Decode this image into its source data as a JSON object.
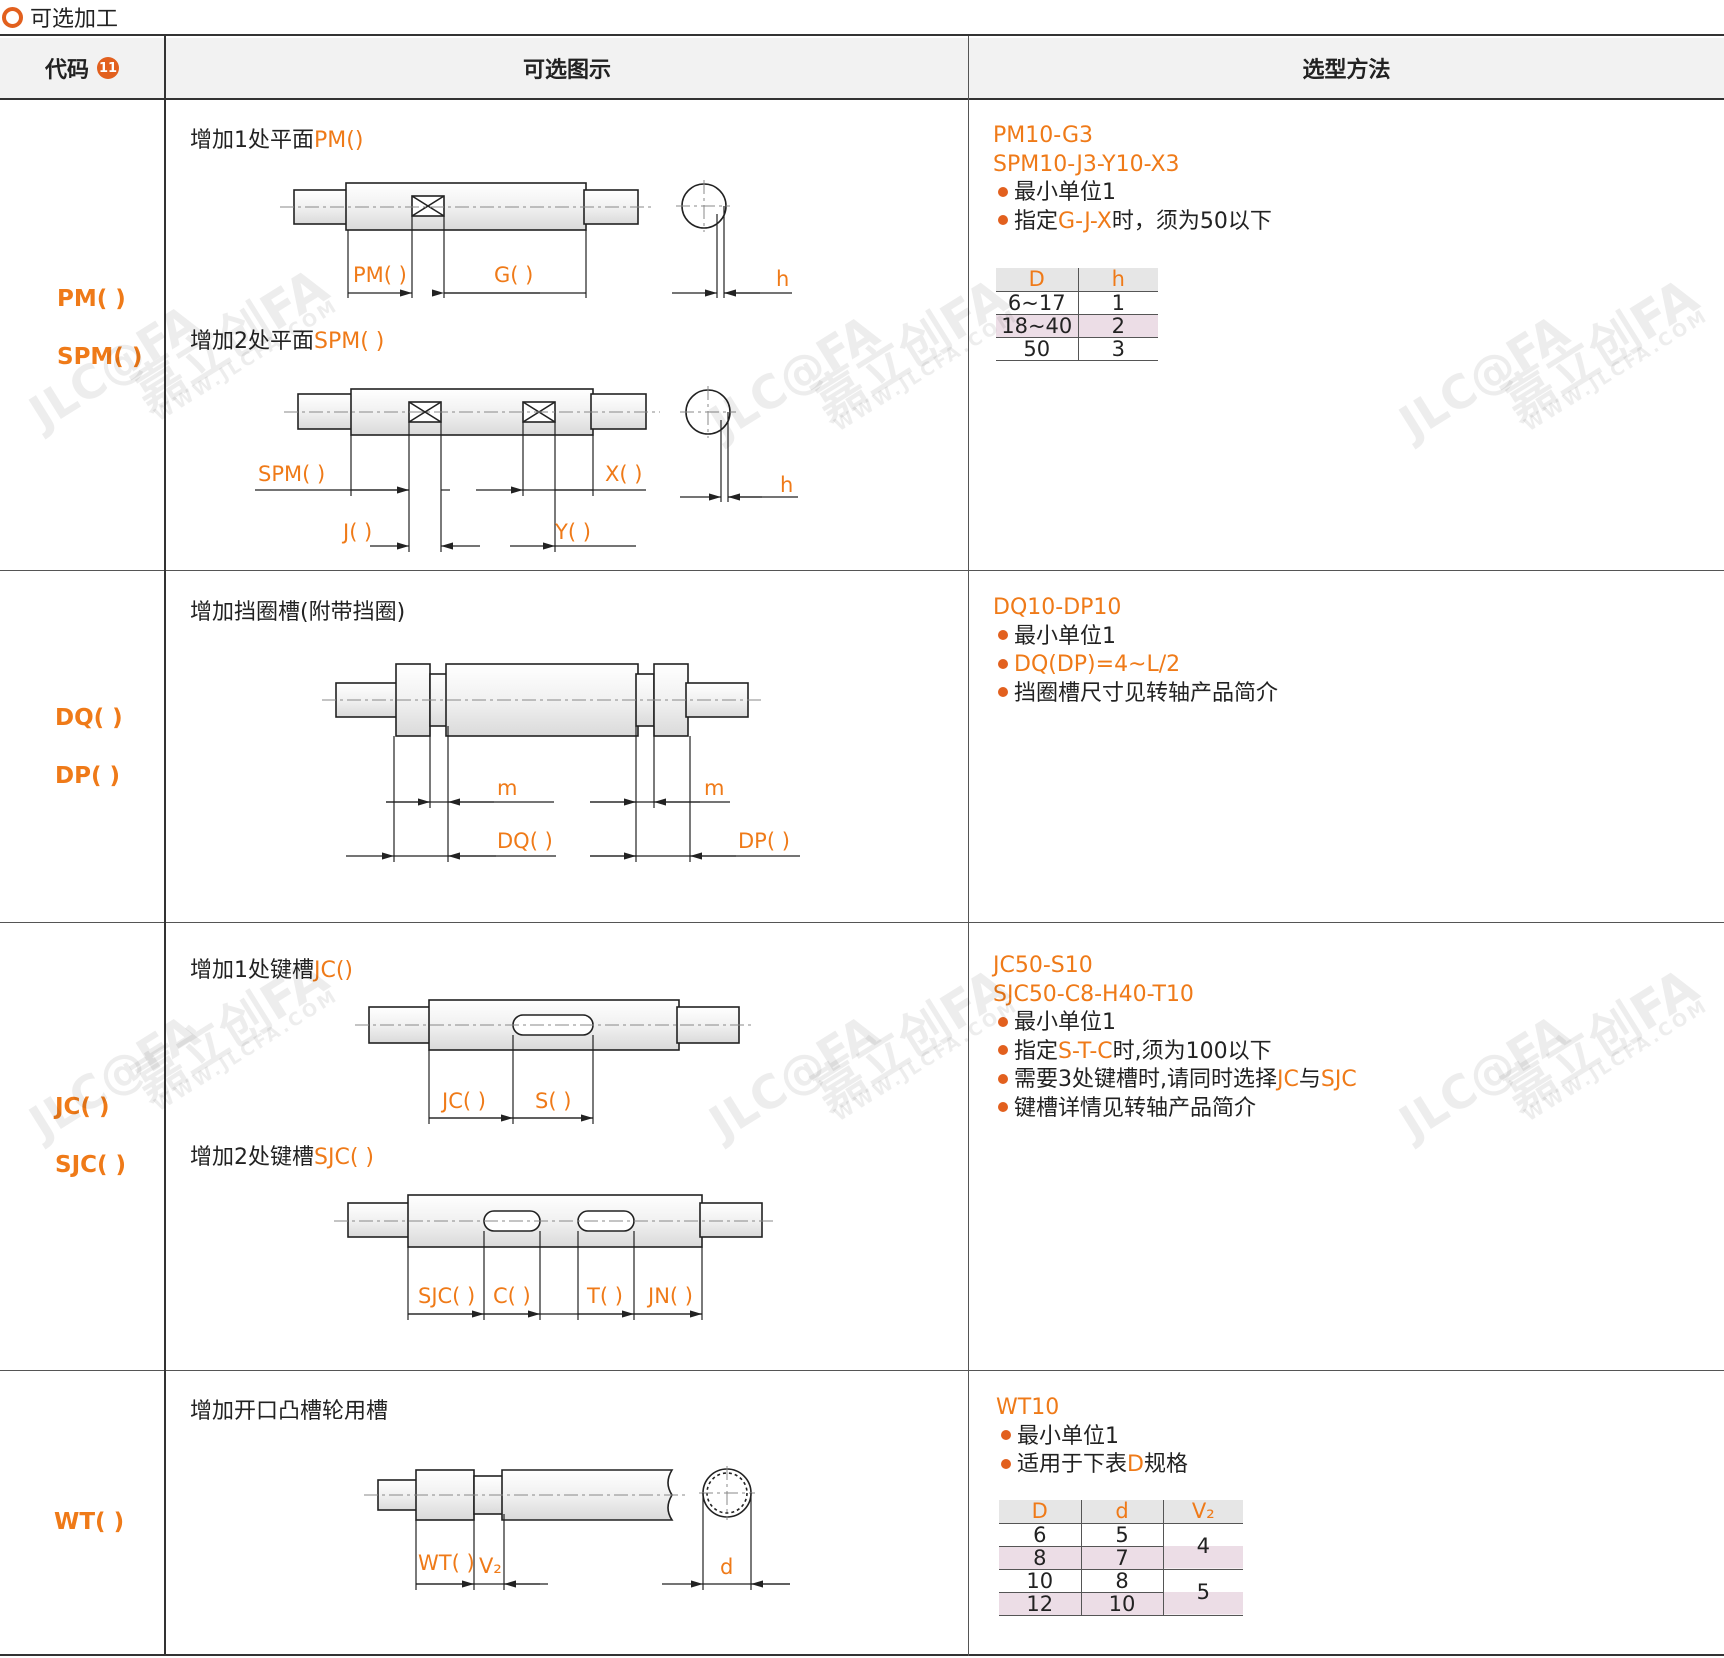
{
  "section_title": "可选加工",
  "headers": {
    "code": "代码",
    "code_badge": "11",
    "diagram": "可选图示",
    "method": "选型方法"
  },
  "rows": [
    {
      "codes": [
        "PM( )",
        "SPM( )"
      ],
      "titles": [
        {
          "text": "增加1处平面",
          "code": "PM()"
        },
        {
          "text": "增加2处平面",
          "code": "SPM( )"
        }
      ],
      "method": {
        "orange": [
          "PM10-G3",
          "SPM10-J3-Y10-X3"
        ],
        "bullets": [
          [
            {
              "t": "最小单位1"
            }
          ],
          [
            {
              "t": "指定"
            },
            {
              "t": "G-J-X",
              "o": 1
            },
            {
              "t": "时，须为50以下"
            }
          ]
        ]
      },
      "table": {
        "header": [
          "D",
          "h"
        ],
        "rows": [
          [
            "6~17",
            "1"
          ],
          [
            "18~40",
            "2"
          ],
          [
            "50",
            "3"
          ]
        ]
      }
    },
    {
      "codes": [
        "DQ( )",
        "DP( )"
      ],
      "titles": [
        {
          "text": "增加挡圈槽(附带挡圈)",
          "code": ""
        }
      ],
      "method": {
        "orange": [
          "DQ10-DP10"
        ],
        "bullets": [
          [
            {
              "t": "最小单位1"
            }
          ],
          [
            {
              "t": "DQ(DP)=4~L/2",
              "o": 1
            }
          ],
          [
            {
              "t": "挡圈槽尺寸见转轴产品简介"
            }
          ]
        ]
      }
    },
    {
      "codes": [
        "JC( )",
        "SJC( )"
      ],
      "titles": [
        {
          "text": "增加1处键槽",
          "code": "JC()"
        },
        {
          "text": "增加2处键槽",
          "code": "SJC( )"
        }
      ],
      "method": {
        "orange": [
          "JC50-S10",
          "SJC50-C8-H40-T10"
        ],
        "bullets": [
          [
            {
              "t": "最小单位1"
            }
          ],
          [
            {
              "t": "指定"
            },
            {
              "t": "S-T-C",
              "o": 1
            },
            {
              "t": "时,须为100以下"
            }
          ],
          [
            {
              "t": "需要3处键槽时,请同时选择"
            },
            {
              "t": "JC",
              "o": 1
            },
            {
              "t": "与"
            },
            {
              "t": "SJC",
              "o": 1
            }
          ],
          [
            {
              "t": "键槽详情见转轴产品简介"
            }
          ]
        ]
      }
    },
    {
      "codes": [
        "WT( )"
      ],
      "titles": [
        {
          "text": "增加开口凸槽轮用槽",
          "code": ""
        }
      ],
      "method": {
        "orange": [
          "WT10"
        ],
        "bullets": [
          [
            {
              "t": "最小单位1"
            }
          ],
          [
            {
              "t": "适用于下表"
            },
            {
              "t": "D",
              "o": 1
            },
            {
              "t": "规格"
            }
          ]
        ]
      },
      "table": {
        "header": [
          "D",
          "d",
          "V₂"
        ],
        "rows": [
          [
            "6",
            "5",
            "4"
          ],
          [
            "8",
            "7",
            ""
          ],
          [
            "10",
            "8",
            "5"
          ],
          [
            "12",
            "10",
            ""
          ]
        ]
      }
    }
  ],
  "dim_labels": {
    "pm": [
      "PM( )",
      "G( )",
      "h"
    ],
    "spm": [
      "SPM( )",
      "X( )",
      "J( )",
      "Y( )",
      "h"
    ],
    "dq": [
      "m",
      "m",
      "DQ( )",
      "DP( )"
    ],
    "jc": [
      "JC( )",
      "S( )"
    ],
    "sjc": [
      "SJC( )",
      "C( )",
      "T( )",
      "JN( )"
    ],
    "wt": [
      "WT( )",
      "V₂",
      "d"
    ]
  },
  "watermark": {
    "cn": "嘉立创FA",
    "url": "WWW.JLCFA.COM",
    "logo": "JLC@FA"
  },
  "colors": {
    "accent": "#ef7a18",
    "ring": "#e2601e",
    "pink": "#ecdde6"
  }
}
